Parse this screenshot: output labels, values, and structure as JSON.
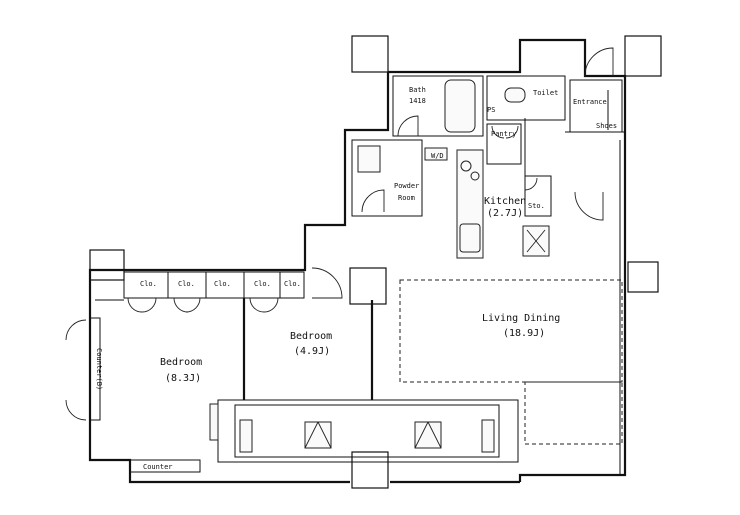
{
  "rooms": {
    "bath": {
      "name": "Bath",
      "size": "1418"
    },
    "toilet": {
      "name": "Toilet"
    },
    "entrance": {
      "name": "Entrance"
    },
    "shoes": {
      "name": "Shoes"
    },
    "pantry": {
      "name": "Pantry"
    },
    "powder": {
      "name": "Powder",
      "name2": "Room"
    },
    "kitchen": {
      "name": "Kitchen",
      "size": "(2.7J)"
    },
    "sto": {
      "name": "Sto."
    },
    "living": {
      "name": "Living Dining",
      "size": "(18.9J)"
    },
    "bedroom1": {
      "name": "Bedroom",
      "size": "(4.9J)"
    },
    "bedroom2": {
      "name": "Bedroom",
      "size": "(8.3J)"
    },
    "counter_bottom": {
      "name": "Counter"
    },
    "counter_side": {
      "name": "Counter(B)"
    }
  },
  "closets": [
    "Clo.",
    "Clo.",
    "Clo.",
    "Clo.",
    "Clo."
  ],
  "small_marks": {
    "wd": "W/D",
    "ps": "PS"
  }
}
